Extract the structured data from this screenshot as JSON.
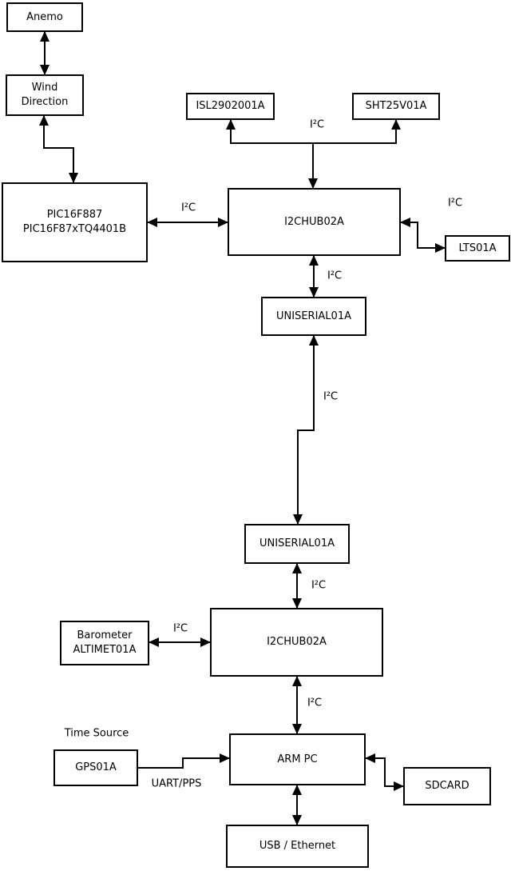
{
  "nodes": {
    "anemo": "Anemo",
    "wind_direction": "Wind\nDirection",
    "pic": "PIC16F887\nPIC16F87xTQ4401B",
    "isl2902001a": "ISL2902001A",
    "sht25v01a": "SHT25V01A",
    "i2chub_top": "I2CHUB02A",
    "lts01a": "LTS01A",
    "uniserial_top": "UNISERIAL01A",
    "uniserial_bottom": "UNISERIAL01A",
    "i2chub_bottom": "I2CHUB02A",
    "barometer": "Barometer\nALTIMET01A",
    "gps01a": "GPS01A",
    "arm_pc": "ARM PC",
    "sdcard": "SDCARD",
    "usb_ethernet": "USB / Ethernet"
  },
  "labels": {
    "i2c_bus_top": "I²C",
    "i2c_pic_hub": "I²C",
    "i2c_hub_lts": "I²C",
    "i2c_hub_uniserial": "I²C",
    "i2c_uniserial_link": "I²C",
    "i2c_uniserial_hub2": "I²C",
    "i2c_barometer_hub2": "I²C",
    "i2c_hub2_armpc": "I²C",
    "uart_pps": "UART/PPS",
    "time_source": "Time Source"
  },
  "colors": {
    "line": "#000000",
    "box_border": "#000000",
    "box_fill": "#ffffff",
    "text": "#000000",
    "background": "#ffffff"
  }
}
